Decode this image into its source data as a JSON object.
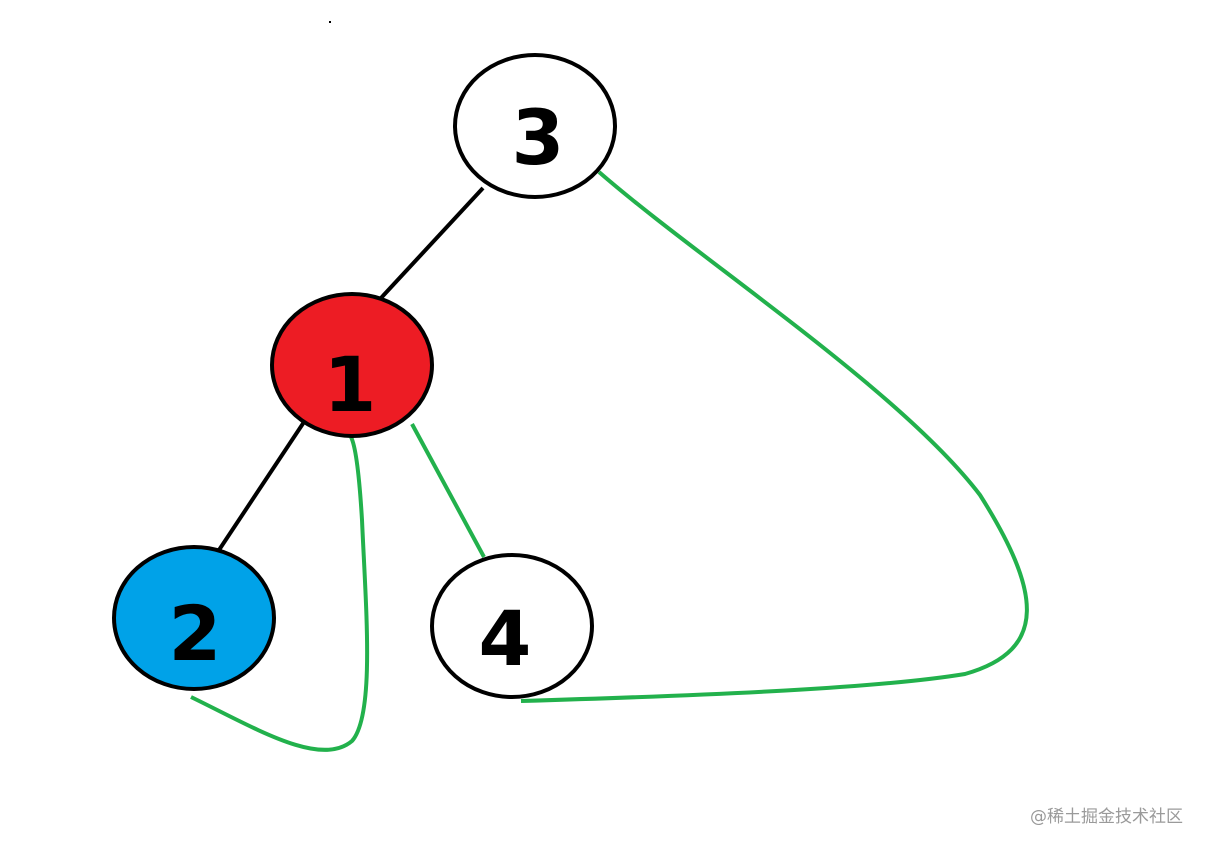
{
  "colors": {
    "tree_edge": "#000000",
    "thread_edge": "#22b14c",
    "node_outline": "#000000",
    "node_default_fill": "#ffffff",
    "node_red_fill": "#ed1c24",
    "node_blue_fill": "#00a2e8",
    "label": "#000000",
    "watermark": "#9a9a9a"
  },
  "nodes": [
    {
      "id": "3",
      "label": "3",
      "fill": "#ffffff"
    },
    {
      "id": "1",
      "label": "1",
      "fill": "#ed1c24"
    },
    {
      "id": "2",
      "label": "2",
      "fill": "#00a2e8"
    },
    {
      "id": "4",
      "label": "4",
      "fill": "#ffffff"
    }
  ],
  "edges": [
    {
      "from": "3",
      "to": "1",
      "kind": "tree",
      "color": "#000000"
    },
    {
      "from": "1",
      "to": "2",
      "kind": "tree",
      "color": "#000000"
    },
    {
      "from": "1",
      "to": "4",
      "kind": "thread",
      "color": "#22b14c"
    },
    {
      "from": "2",
      "to": "1",
      "kind": "thread",
      "color": "#22b14c"
    },
    {
      "from": "4",
      "to": "3",
      "kind": "thread",
      "color": "#22b14c"
    }
  ],
  "watermark": "@稀土掘金技术社区"
}
